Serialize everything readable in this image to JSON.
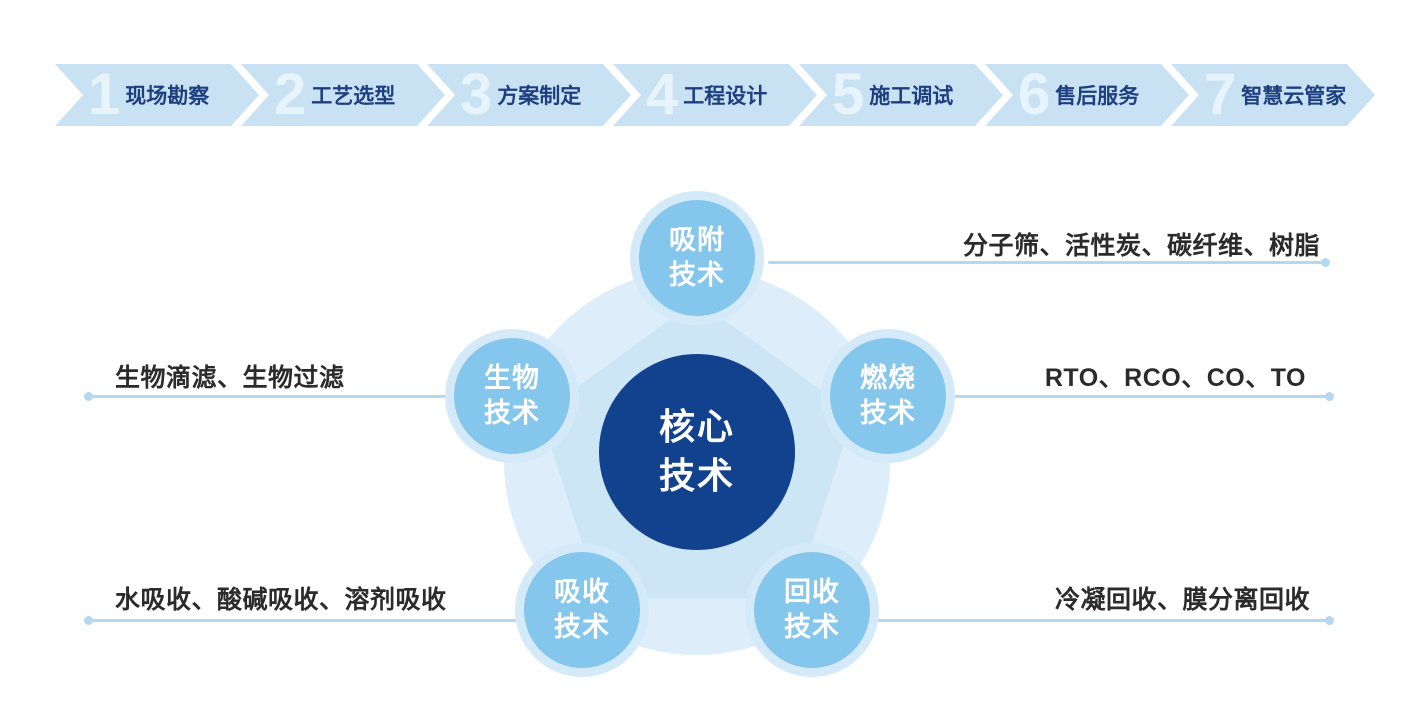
{
  "process": {
    "steps": [
      {
        "num": "1",
        "label": "现场勘察"
      },
      {
        "num": "2",
        "label": "工艺选型"
      },
      {
        "num": "3",
        "label": "方案制定"
      },
      {
        "num": "4",
        "label": "工程设计"
      },
      {
        "num": "5",
        "label": "施工调试"
      },
      {
        "num": "6",
        "label": "售后服务"
      },
      {
        "num": "7",
        "label": "智慧云管家"
      }
    ]
  },
  "core": {
    "label": "核心\n技术"
  },
  "technologies": [
    {
      "id": "adsorption",
      "name": "吸附\n技术",
      "detail": "分子筛、活性炭、碳纤维、树脂"
    },
    {
      "id": "biological",
      "name": "生物\n技术",
      "detail": "生物滴滤、生物过滤"
    },
    {
      "id": "combustion",
      "name": "燃烧\n技术",
      "detail": "RTO、RCO、CO、TO"
    },
    {
      "id": "absorption",
      "name": "吸收\n技术",
      "detail": "水吸收、酸碱吸收、溶剂吸收"
    },
    {
      "id": "recovery",
      "name": "回收\n技术",
      "detail": "冷凝回收、膜分离回收"
    }
  ],
  "colors": {
    "chevron_bg": "#c8e2f3",
    "chevron_number": "#e8f4fb",
    "chevron_text": "#1d3f7f",
    "core_circle": "#12418e",
    "satellite_circle": "#85c6ec",
    "satellite_ring": "#d5eaf8",
    "halo_circle": "#ddeefa",
    "pentagon": "#cde6f6",
    "connector_line": "#b3d8ef",
    "detail_text": "#2b2b2b"
  }
}
